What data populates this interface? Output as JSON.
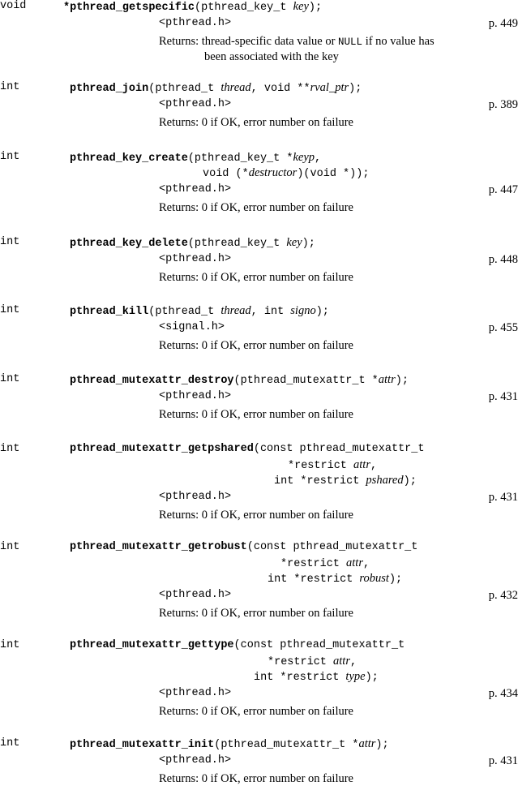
{
  "entries": [
    {
      "return_type": "void",
      "star": "*",
      "name": "pthread_getspecific",
      "sig": [
        [
          {
            "t": "m",
            "v": "(pthread_key_t "
          },
          {
            "t": "i",
            "v": "key"
          },
          {
            "t": "m",
            "v": ");"
          }
        ]
      ],
      "header": "<pthread.h>",
      "page": "p. 449",
      "returns": [
        "Returns: thread-specific data value or NULL if no value has",
        "been associated with the key"
      ]
    },
    {
      "return_type": "int",
      "name": "pthread_join",
      "sig": [
        [
          {
            "t": "m",
            "v": "(pthread_t "
          },
          {
            "t": "i",
            "v": "thread"
          },
          {
            "t": "m",
            "v": ", void **"
          },
          {
            "t": "i",
            "v": "rval_ptr"
          },
          {
            "t": "m",
            "v": ");"
          }
        ]
      ],
      "header": "<pthread.h>",
      "page": "p. 389",
      "returns": [
        "Returns: 0 if OK, error number on failure"
      ]
    },
    {
      "return_type": "int",
      "name": "pthread_key_create",
      "sig": [
        [
          {
            "t": "m",
            "v": "(pthread_key_t *"
          },
          {
            "t": "i",
            "v": "keyp"
          },
          {
            "t": "m",
            "v": ","
          }
        ],
        [
          {
            "t": "m",
            "v": "void (*"
          },
          {
            "t": "i",
            "v": "destructor"
          },
          {
            "t": "m",
            "v": ")(void *));"
          }
        ]
      ],
      "header": "<pthread.h>",
      "page": "p. 447",
      "returns": [
        "Returns: 0 if OK, error number on failure"
      ]
    },
    {
      "return_type": "int",
      "name": "pthread_key_delete",
      "sig": [
        [
          {
            "t": "m",
            "v": "(pthread_key_t "
          },
          {
            "t": "i",
            "v": "key"
          },
          {
            "t": "m",
            "v": ");"
          }
        ]
      ],
      "header": "<pthread.h>",
      "page": "p. 448",
      "returns": [
        "Returns: 0 if OK, error number on failure"
      ]
    },
    {
      "return_type": "int",
      "name": "pthread_kill",
      "sig": [
        [
          {
            "t": "m",
            "v": "(pthread_t "
          },
          {
            "t": "i",
            "v": "thread"
          },
          {
            "t": "m",
            "v": ", int "
          },
          {
            "t": "i",
            "v": "signo"
          },
          {
            "t": "m",
            "v": ");"
          }
        ]
      ],
      "header": "<signal.h>",
      "page": "p. 455",
      "returns": [
        "Returns: 0 if OK, error number on failure"
      ]
    },
    {
      "return_type": "int",
      "name": "pthread_mutexattr_destroy",
      "sig": [
        [
          {
            "t": "m",
            "v": "(pthread_mutexattr_t *"
          },
          {
            "t": "i",
            "v": "attr"
          },
          {
            "t": "m",
            "v": ");"
          }
        ]
      ],
      "header": "<pthread.h>",
      "page": "p. 431",
      "returns": [
        "Returns: 0 if OK, error number on failure"
      ]
    },
    {
      "return_type": "int",
      "name": "pthread_mutexattr_getpshared",
      "sig": [
        [
          {
            "t": "m",
            "v": "(const pthread_mutexattr_t"
          }
        ],
        [
          {
            "t": "m",
            "v": "*restrict "
          },
          {
            "t": "i",
            "v": "attr"
          },
          {
            "t": "m",
            "v": ","
          }
        ],
        [
          {
            "t": "m",
            "v": "int *restrict "
          },
          {
            "t": "i",
            "v": "pshared"
          },
          {
            "t": "m",
            "v": ");"
          }
        ]
      ],
      "header": "<pthread.h>",
      "page": "p. 431",
      "returns": [
        "Returns: 0 if OK, error number on failure"
      ]
    },
    {
      "return_type": "int",
      "name": "pthread_mutexattr_getrobust",
      "sig": [
        [
          {
            "t": "m",
            "v": "(const pthread_mutexattr_t"
          }
        ],
        [
          {
            "t": "m",
            "v": "*restrict "
          },
          {
            "t": "i",
            "v": "attr"
          },
          {
            "t": "m",
            "v": ","
          }
        ],
        [
          {
            "t": "m",
            "v": "int *restrict "
          },
          {
            "t": "i",
            "v": "robust"
          },
          {
            "t": "m",
            "v": ");"
          }
        ]
      ],
      "header": "<pthread.h>",
      "page": "p. 432",
      "returns": [
        "Returns: 0 if OK, error number on failure"
      ]
    },
    {
      "return_type": "int",
      "name": "pthread_mutexattr_gettype",
      "sig": [
        [
          {
            "t": "m",
            "v": "(const pthread_mutexattr_t"
          }
        ],
        [
          {
            "t": "m",
            "v": "*restrict "
          },
          {
            "t": "i",
            "v": "attr"
          },
          {
            "t": "m",
            "v": ","
          }
        ],
        [
          {
            "t": "m",
            "v": "int *restrict "
          },
          {
            "t": "i",
            "v": "type"
          },
          {
            "t": "m",
            "v": ");"
          }
        ]
      ],
      "header": "<pthread.h>",
      "page": "p. 434",
      "returns": [
        "Returns: 0 if OK, error number on failure"
      ]
    },
    {
      "return_type": "int",
      "name": "pthread_mutexattr_init",
      "sig": [
        [
          {
            "t": "m",
            "v": "(pthread_mutexattr_t *"
          },
          {
            "t": "i",
            "v": "attr"
          },
          {
            "t": "m",
            "v": ");"
          }
        ]
      ],
      "header": "<pthread.h>",
      "page": "p. 431",
      "returns": [
        "Returns: 0 if OK, error number on failure"
      ]
    }
  ]
}
